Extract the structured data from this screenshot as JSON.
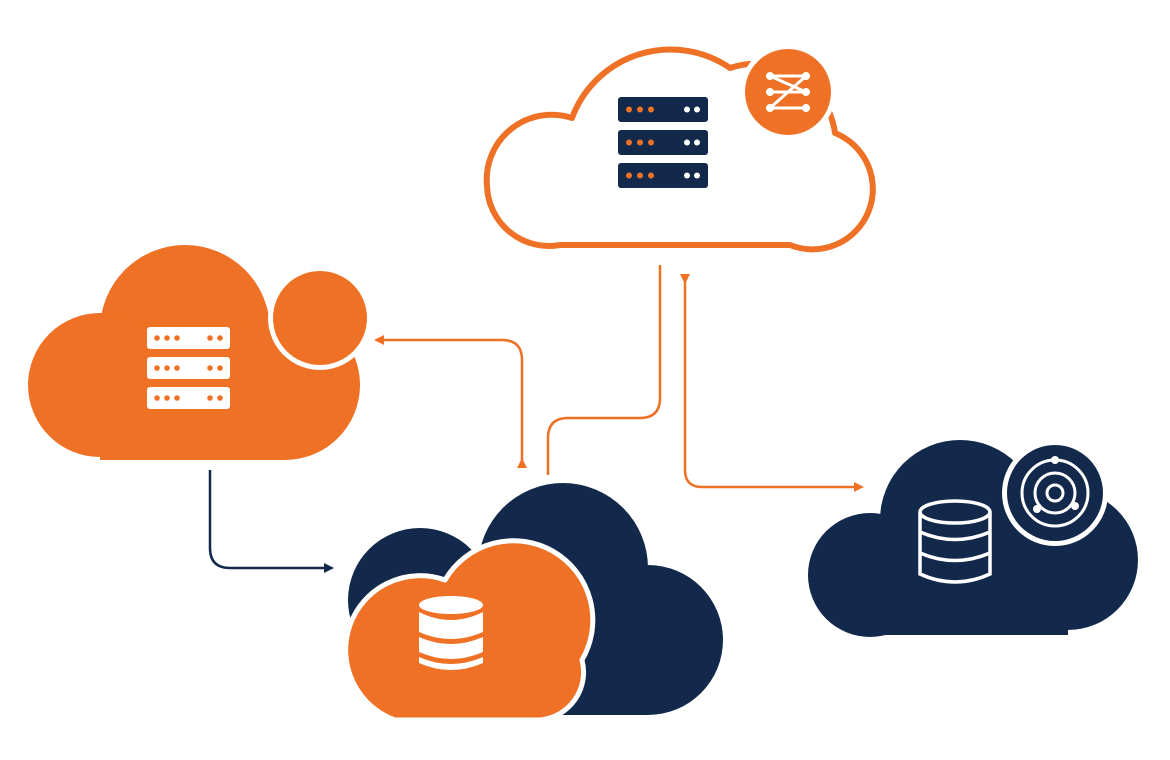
{
  "colors": {
    "orange": "#EE7125",
    "navy": "#13294B",
    "white": "#FFFFFF",
    "background": "#FFFFFF"
  },
  "nodes": [
    {
      "id": "top-cloud",
      "style": "orange-outline",
      "icon": "server-rack-icon",
      "badge_icon": "network-nodes-icon"
    },
    {
      "id": "left-cloud",
      "style": "orange-filled",
      "icon": "server-rack-icon",
      "badge_icon": "blank-circle-badge"
    },
    {
      "id": "center-cloud",
      "style": "navy-with-orange-front",
      "icon": "database-icon"
    },
    {
      "id": "right-cloud",
      "style": "navy-filled",
      "icon": "database-icon",
      "badge_icon": "orbit-target-icon"
    }
  ],
  "connections": [
    {
      "from": "center-cloud",
      "to": "left-cloud",
      "color": "orange",
      "arrowheads": "both"
    },
    {
      "from": "center-cloud",
      "to": "top-cloud",
      "color": "orange",
      "arrowheads": "none"
    },
    {
      "from": "top-cloud",
      "to": "right-cloud",
      "color": "orange",
      "arrowheads": "both"
    },
    {
      "from": "left-cloud",
      "to": "center-cloud",
      "color": "navy",
      "arrowheads": "end"
    }
  ]
}
